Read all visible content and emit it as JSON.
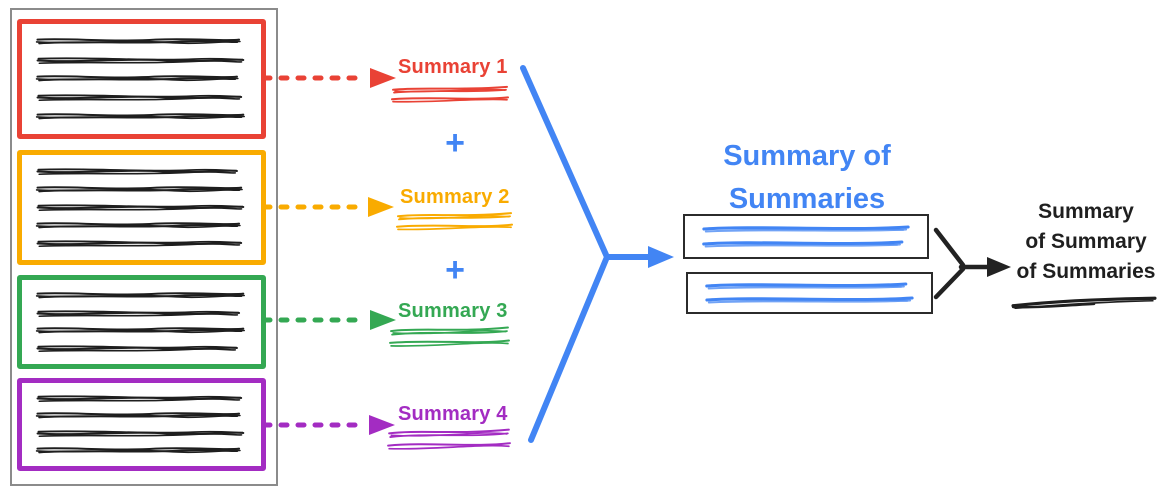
{
  "colors": {
    "red": "#E94235",
    "orange": "#F9AB00",
    "green": "#34A853",
    "purple": "#A32CC2",
    "blue": "#4285F4",
    "ink": "#1f1f1f",
    "container_border": "#8b8b8b"
  },
  "source_documents": {
    "plus_operator": "+",
    "items": [
      {
        "label": "Summary 1",
        "color": "#E94235",
        "text_lines": 5
      },
      {
        "label": "Summary 2",
        "color": "#F9AB00",
        "text_lines": 5
      },
      {
        "label": "Summary 3",
        "color": "#34A853",
        "text_lines": 4
      },
      {
        "label": "Summary 4",
        "color": "#A32CC2",
        "text_lines": 4
      }
    ]
  },
  "stage_two": {
    "title": "Summary of Summaries",
    "title_line1": "Summary of",
    "title_line2": "Summaries",
    "box_count": 2
  },
  "stage_three": {
    "label": "Summary of Summary of Summaries",
    "label_line1": "Summary",
    "label_line2": "of Summary",
    "label_line3": "of Summaries"
  }
}
